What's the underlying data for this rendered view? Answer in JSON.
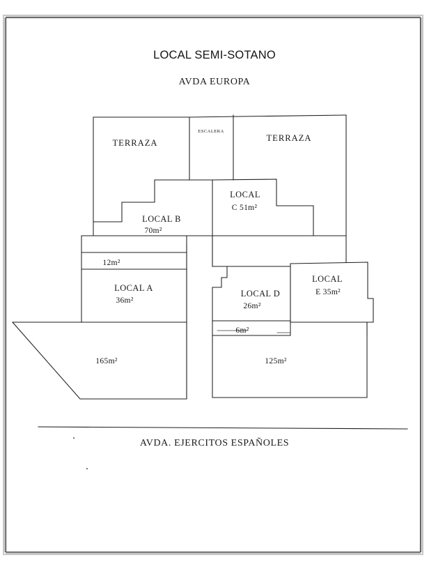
{
  "document": {
    "title": "LOCAL SEMI-SOTANO",
    "street_top": "AVDA EUROPA",
    "street_bottom": "AVDA. EJERCITOS ESPAÑOLES"
  },
  "plan": {
    "rooms": [
      {
        "id": "terraza-left",
        "name": "TERRAZA",
        "label": "TERRAZA",
        "area": ""
      },
      {
        "id": "escalera",
        "name": "ESCALERA",
        "label": "ESCALERA",
        "area": ""
      },
      {
        "id": "terraza-right",
        "name": "TERRAZA",
        "label": "TERRAZA",
        "area": ""
      },
      {
        "id": "local-b",
        "name": "LOCAL B",
        "label": "LOCAL B",
        "area": "70m²"
      },
      {
        "id": "local-c",
        "name": "LOCAL C",
        "label": "LOCAL",
        "area": "C 51m²"
      },
      {
        "id": "strip-12",
        "name": "12m²",
        "label": "",
        "area": "12m²"
      },
      {
        "id": "local-a",
        "name": "LOCAL A",
        "label": "LOCAL A",
        "area": "36m²"
      },
      {
        "id": "local-d",
        "name": "LOCAL D",
        "label": "LOCAL D",
        "area": "26m²"
      },
      {
        "id": "local-e",
        "name": "LOCAL E",
        "label": "LOCAL",
        "area": "E 35m²"
      },
      {
        "id": "strip-6",
        "name": "6m²",
        "label": "",
        "area": "6m²"
      },
      {
        "id": "patio-165",
        "name": "165m²",
        "label": "",
        "area": "165m²"
      },
      {
        "id": "patio-125",
        "name": "125m²",
        "label": "",
        "area": "125m²"
      }
    ],
    "labels": {
      "terraza_left": "TERRAZA",
      "escalera": "ESCALERA",
      "terraza_right": "TERRAZA",
      "local_b_name": "LOCAL B",
      "local_b_area": "70m²",
      "local_c_name": "LOCAL",
      "local_c_area": "C 51m²",
      "strip_12": "12m²",
      "local_a_name": "LOCAL A",
      "local_a_area": "36m²",
      "local_d_name": "LOCAL D",
      "local_d_area": "26m²",
      "local_e_name": "LOCAL",
      "local_e_area": "E 35m²",
      "strip_6": "6m²",
      "patio_165": "165m²",
      "patio_125": "125m²"
    }
  },
  "colors": {
    "ink": "#1d1d1d",
    "paper": "#ffffff",
    "frame": "#2b2b2b",
    "frame_shadow": "#b9b9b9"
  }
}
